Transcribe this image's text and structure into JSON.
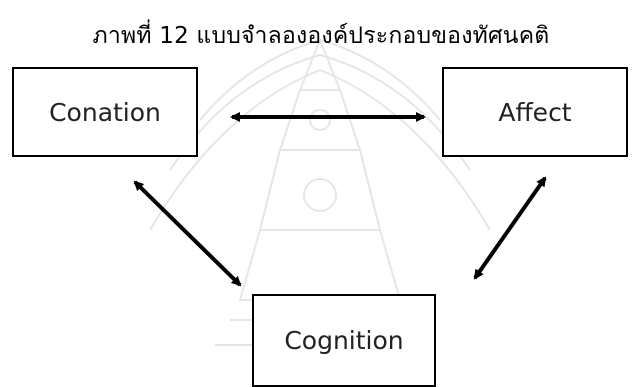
{
  "figure": {
    "title": "ภาพที่ 12 แบบจำลององค์ประกอบของทัศนคติ",
    "nodes": {
      "conation": "Conation",
      "affect": "Affect",
      "cognition": "Cognition"
    },
    "watermark": "university-emblem-watermark"
  },
  "colors": {
    "stroke": "#000000",
    "watermark": "#e6e6e6"
  }
}
